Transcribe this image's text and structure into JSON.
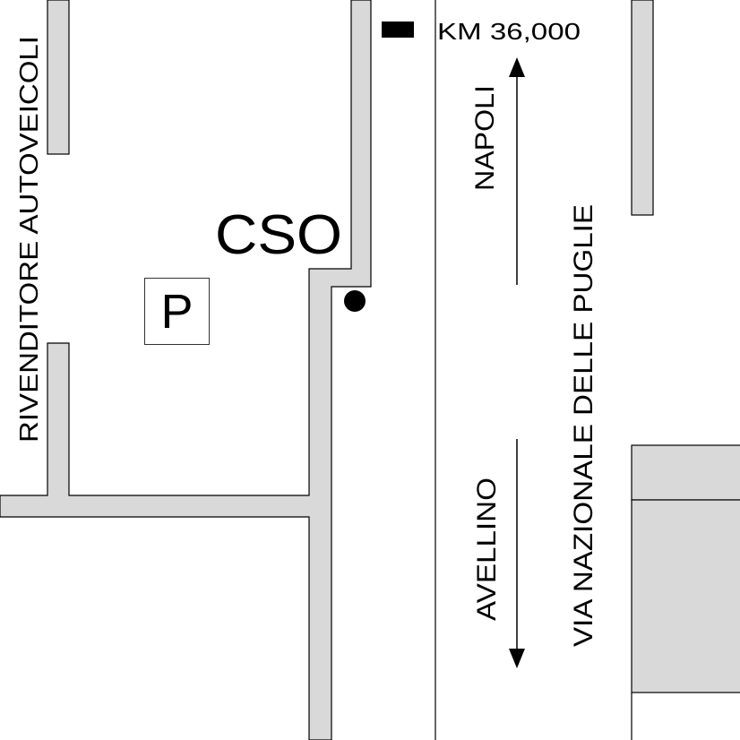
{
  "map": {
    "colors": {
      "background": "#ffffff",
      "block_fill": "#d9d9d9",
      "outline": "#000000",
      "text": "#000000"
    },
    "labels": {
      "km_marker": "KM 36,000",
      "direction_north": "NAPOLI",
      "direction_south": "AVELLINO",
      "road_name": "VIA NAZIONALE DELLE PUGLIE",
      "business": "RIVENDITORE AUTOVEICOLI",
      "site_code": "CSO",
      "parking": "P"
    },
    "icons": {
      "km_marker": "black-rectangle-marker",
      "site": "black-dot-marker",
      "north_arrow": "arrow-up-icon",
      "south_arrow": "arrow-down-icon",
      "parking": "parking-sign-icon"
    }
  }
}
